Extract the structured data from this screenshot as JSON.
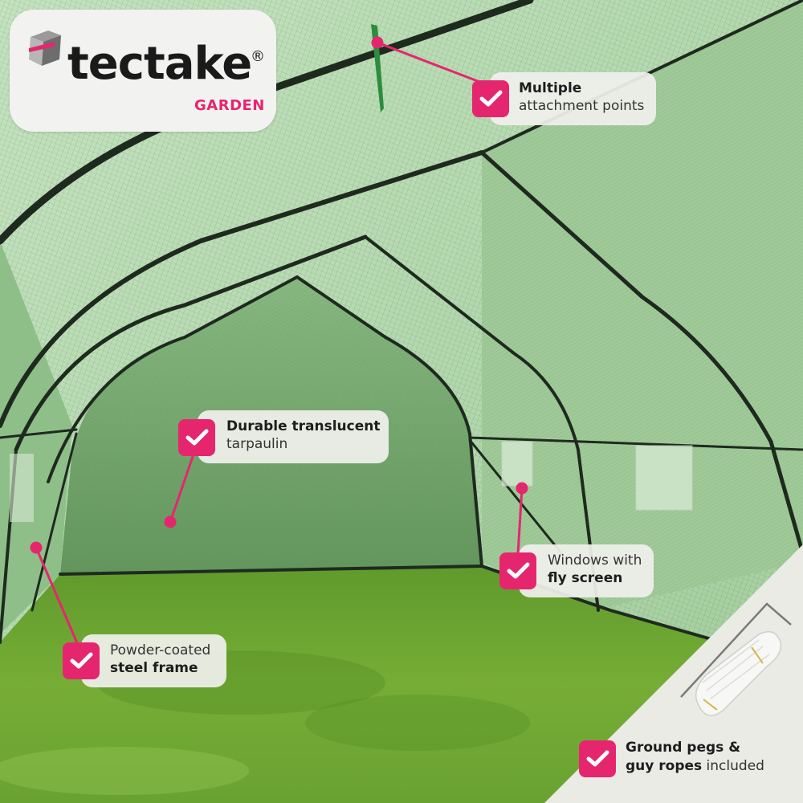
{
  "brand": {
    "name": "tectake",
    "registered_mark": "®",
    "subline": "GARDEN",
    "colors": {
      "accent_pink": "#e5266f",
      "text_dark": "#1a1a1a",
      "card_bg": "#f2f2f0"
    }
  },
  "scene": {
    "subject": "greenhouse-interior-photo",
    "colors": {
      "tarpaulin_light": "#b5d8b0",
      "tarpaulin_mid": "#8fbf8a",
      "tarpaulin_back": "#6fa26a",
      "frame": "#1f2a1f",
      "grass_light": "#7fb43a",
      "grass_dark": "#4f8a22",
      "accessory_panel": "#e9ebe4"
    }
  },
  "callouts": [
    {
      "id": "attachment",
      "icon": "checkmark-icon",
      "lines": [
        {
          "text": "Multiple",
          "weight": "bold"
        },
        {
          "text": "attachment points",
          "weight": "normal"
        }
      ]
    },
    {
      "id": "tarpaulin",
      "icon": "checkmark-icon",
      "lines": [
        {
          "text": "Durable translucent",
          "weight": "bold"
        },
        {
          "text": "tarpaulin",
          "weight": "normal"
        }
      ]
    },
    {
      "id": "windows",
      "icon": "checkmark-icon",
      "lines": [
        {
          "text": "Windows with",
          "weight": "normal"
        },
        {
          "text": "fly screen",
          "weight": "bold"
        }
      ]
    },
    {
      "id": "frame",
      "icon": "checkmark-icon",
      "lines": [
        {
          "text": "Powder-coated",
          "weight": "normal"
        },
        {
          "text": "steel frame",
          "weight": "bold"
        }
      ]
    },
    {
      "id": "accessories",
      "icon": "checkmark-icon",
      "lines": [
        {
          "text": "Ground pegs &",
          "weight": "bold"
        },
        {
          "text_bold": "guy ropes",
          "text_normal": " included"
        }
      ]
    }
  ],
  "accessories": {
    "items": [
      "ground-peg",
      "rope-coil"
    ]
  }
}
